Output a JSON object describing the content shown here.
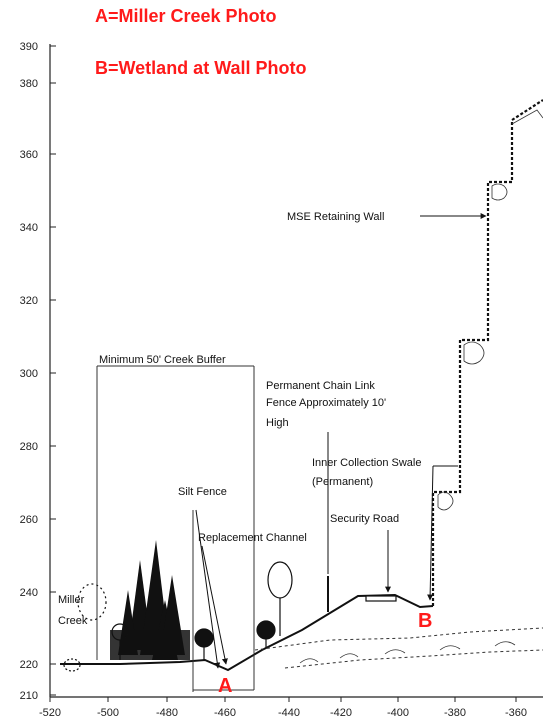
{
  "legend": {
    "a": "A=Miller Creek Photo",
    "b": "B=Wetland at Wall Photo"
  },
  "axis": {
    "y_ticks": [
      "390",
      "380",
      "360",
      "340",
      "320",
      "300",
      "280",
      "260",
      "240",
      "220",
      "210"
    ],
    "x_ticks": [
      "-520",
      "-500",
      "-480",
      "-460",
      "-440",
      "-420",
      "-400",
      "-380",
      "-360"
    ]
  },
  "labels": {
    "mse_wall": "MSE Retaining Wall",
    "creek_buffer": "Minimum 50' Creek Buffer",
    "fence_line1": "Permanent Chain Link",
    "fence_line2": "Fence Approximately 10'",
    "fence_line3": "High",
    "swale_line1": "Inner Collection Swale",
    "swale_line2": "(Permanent)",
    "security_road": "Security Road",
    "silt_fence": "Silt Fence",
    "replacement_channel": "Replacement Channel",
    "miller_line1": "Miller",
    "miller_line2": "Creek"
  },
  "markers": {
    "a": "A",
    "b": "B"
  },
  "colors": {
    "legend_red": "#ff1a1a",
    "marker_red": "#ff1a1a",
    "ink": "#111111",
    "axis": "#222222"
  }
}
